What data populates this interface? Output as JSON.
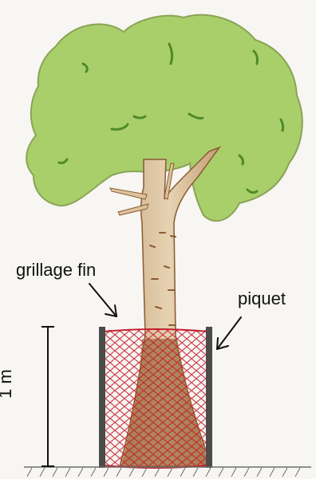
{
  "labels": {
    "mesh": "grillage fin",
    "stake": "piquet",
    "height": "1 m"
  },
  "colors": {
    "foliage": "#a9cf6b",
    "foliage_outline": "#8aa356",
    "leaf_strokes": "#4f8a2a",
    "trunk": "#ddc49f",
    "trunk_dark": "#8a5a33",
    "trunk_base": "#9a6a3c",
    "mesh": "#c41f2f",
    "stake": "#4b4b4b",
    "ground": "#6d6d6d"
  }
}
